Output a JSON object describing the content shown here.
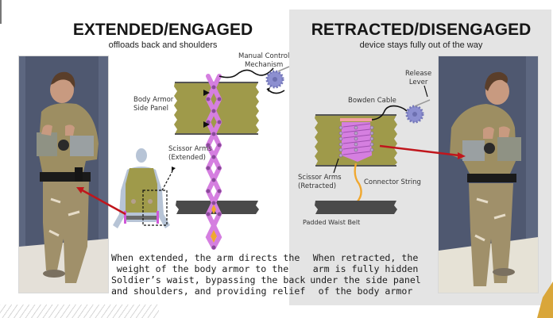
{
  "extended": {
    "title": "EXTENDED/ENGAGED",
    "subtitle": "offloads back and shoulders",
    "labels": {
      "manual_control_line1": "Manual Control",
      "manual_control_line2": "Mechanism",
      "body_armor_line1": "Body Armor",
      "body_armor_line2": "Side Panel",
      "scissor_line1": "Scissor Arms",
      "scissor_line2": "(Extended)"
    },
    "caption": [
      "When extended, the arm directs the",
      "weight of the body armor to the",
      "Soldier’s waist, bypassing the back",
      "and shoulders, and providing relief"
    ]
  },
  "retracted": {
    "title": "RETRACTED/DISENGAGED",
    "subtitle": "device stays fully out of the way",
    "labels": {
      "release_line1": "Release",
      "release_line2": "Lever",
      "bowden": "Bowden Cable",
      "scissor_line1": "Scissor Arms",
      "scissor_line2": "(Retracted)",
      "connector": "Connector String",
      "waist_belt": "Padded Waist Belt"
    },
    "caption": [
      "When retracted, the",
      "arm is fully hidden",
      "under the side panel",
      "of the body armor"
    ]
  },
  "colors": {
    "panel_olive": "#9f9a4a",
    "scissor_pink": "#d57fe0",
    "belt_dark": "#4a4a4a",
    "pointer_red": "#c0161c",
    "string_orange": "#f0a830",
    "mechanism_purple": "#8c8fd0",
    "accent_gold": "#d9a63a"
  }
}
